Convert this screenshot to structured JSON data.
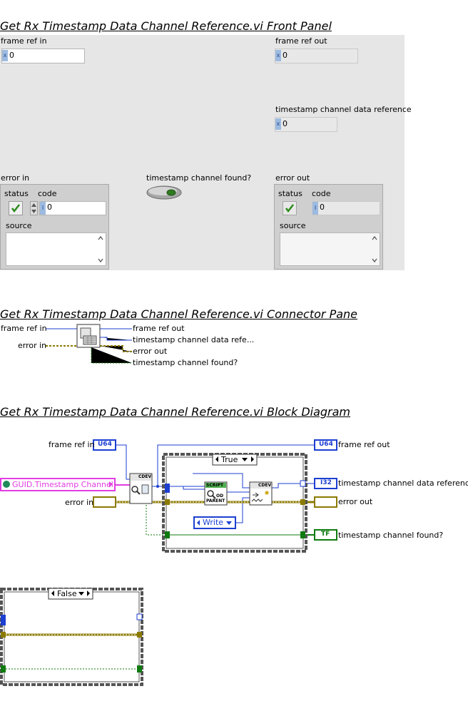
{
  "front_panel": {
    "title": "Get Rx Timestamp Data Channel Reference.vi Front Panel",
    "frame_ref_in": {
      "label": "frame ref in",
      "value": "0"
    },
    "frame_ref_out": {
      "label": "frame ref out",
      "value": "0"
    },
    "timestamp_ref": {
      "label": "timestamp channel data reference",
      "value": "0"
    },
    "found": {
      "label": "timestamp channel found?"
    },
    "error_in": {
      "label": "error in",
      "status_label": "status",
      "code_label": "code",
      "code_value": "0",
      "source_label": "source"
    },
    "error_out": {
      "label": "error out",
      "status_label": "status",
      "code_label": "code",
      "code_value": "0",
      "source_label": "source"
    }
  },
  "connector_pane": {
    "title": "Get Rx Timestamp Data Channel Reference.vi Connector Pane",
    "inputs": [
      "frame ref in",
      "error in"
    ],
    "outputs": [
      "frame ref out",
      "timestamp channel data refe...",
      "error out",
      "timestamp channel found?"
    ]
  },
  "block_diagram": {
    "title": "Get Rx Timestamp Data Channel Reference.vi Block Diagram",
    "frame_ref_in": "frame ref in",
    "guid_constant": "GUID.Timestamp Channel",
    "error_in": "error in",
    "case_true": "True",
    "case_false": "False",
    "write_label": "Write",
    "frame_ref_out": "frame ref out",
    "timestamp_ref_out": "timestamp channel data reference",
    "error_out": "error out",
    "found_out": "timestamp channel found?",
    "u64": "U64",
    "i32": "I32",
    "tf": "TF",
    "cdev": "CDEV",
    "script": "SCRIPT",
    "parent": "PARENT",
    "od": "OD"
  },
  "colors": {
    "panel_bg": "#e6e6e6",
    "cluster_bg": "#cfcfcf",
    "int_wire": "#1c3fd1",
    "error_wire": "#8b7a00",
    "bool_wire": "#0f7a0f",
    "guid_wire": "#e23de2",
    "case_frame": "#555555"
  }
}
